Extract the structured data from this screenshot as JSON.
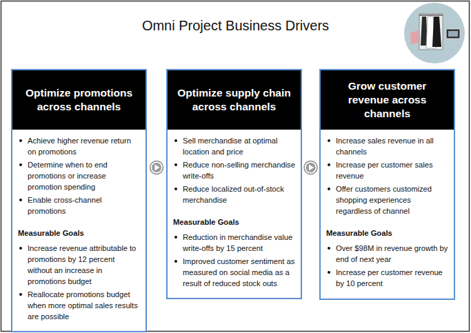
{
  "diagram": {
    "title": "Omni Project Business Drivers",
    "nodes": [
      {
        "text": [
          "Optimize promotions across channels",
          "Achieve higher revenue return on promotions",
          "Determine when to end promotions or increase promotion spending",
          "Enable cross-channel promotions",
          "Measurable Goals",
          "Increase revenue attributable to promotions by 12 percent without an increase in promotions budget",
          "Reallocate promotions budget when more optimal sales results are possible"
        ]
      },
      {
        "text": [
          "Optimize supply chain across channels",
          "Sell merchandise at optimal location and price",
          "Reduce non-selling merchandise write-offs",
          "Reduce localized out-of-stock merchandise",
          "Measurable Goals",
          "Reduction in merchandise value write-offs by 15 percent",
          "Improved customer sentiment as measured on social media as a result of reduced stock outs"
        ]
      },
      {
        "text": [
          "Grow customer revenue across channels",
          "Increase sales revenue in all channels",
          "Increase per customer sales revenue",
          "Offer customers customized shopping experiences regardless of channel",
          "Measurable Goals",
          "Over $98M in revenue growth by end of next year",
          "Increase per customer revenue by 10 percent"
        ]
      }
    ],
    "edges": [
      {
        "from": 0,
        "to": 1,
        "arrow": "to"
      },
      {
        "from": 1,
        "to": 2,
        "arrow": "to"
      }
    ]
  }
}
